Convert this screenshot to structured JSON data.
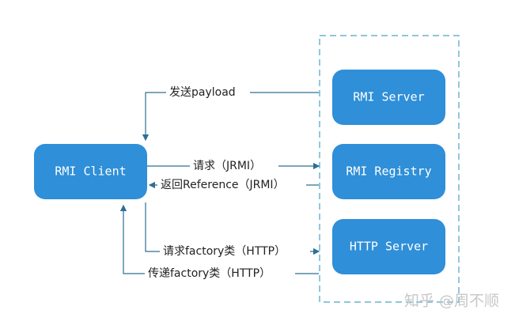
{
  "diagram": {
    "nodes": {
      "rmi_client": "RMI Client",
      "rmi_server": "RMI Server",
      "rmi_registry": "RMI Registry",
      "http_server": "HTTP Server"
    },
    "edges": {
      "send_payload": "发送payload",
      "request_jrmi": "请求（JRMI）",
      "return_reference": "返回Reference（JRMI）",
      "request_factory": "请求factory类（HTTP）",
      "deliver_factory": "传递factory类（HTTP）"
    },
    "watermark": "知乎 @周不顺"
  }
}
